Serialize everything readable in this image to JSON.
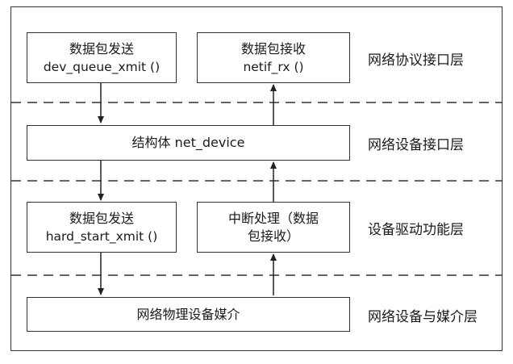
{
  "diagram": {
    "boxes": {
      "send_top": {
        "line1": "数据包发送",
        "line2": "dev_queue_xmit ()"
      },
      "recv_top": {
        "line1": "数据包接收",
        "line2": "netif_rx ()"
      },
      "net_device": {
        "line1": "结构体 net_device"
      },
      "send_mid": {
        "line1": "数据包发送",
        "line2": "hard_start_xmit ()"
      },
      "recv_mid": {
        "line1": "中断处理（数据",
        "line2": "包接收）"
      },
      "media": {
        "line1": "网络物理设备媒介"
      }
    },
    "layers": [
      "网络协议接口层",
      "网络设备接口层",
      "设备驱动功能层",
      "网络设备与媒介层"
    ]
  }
}
